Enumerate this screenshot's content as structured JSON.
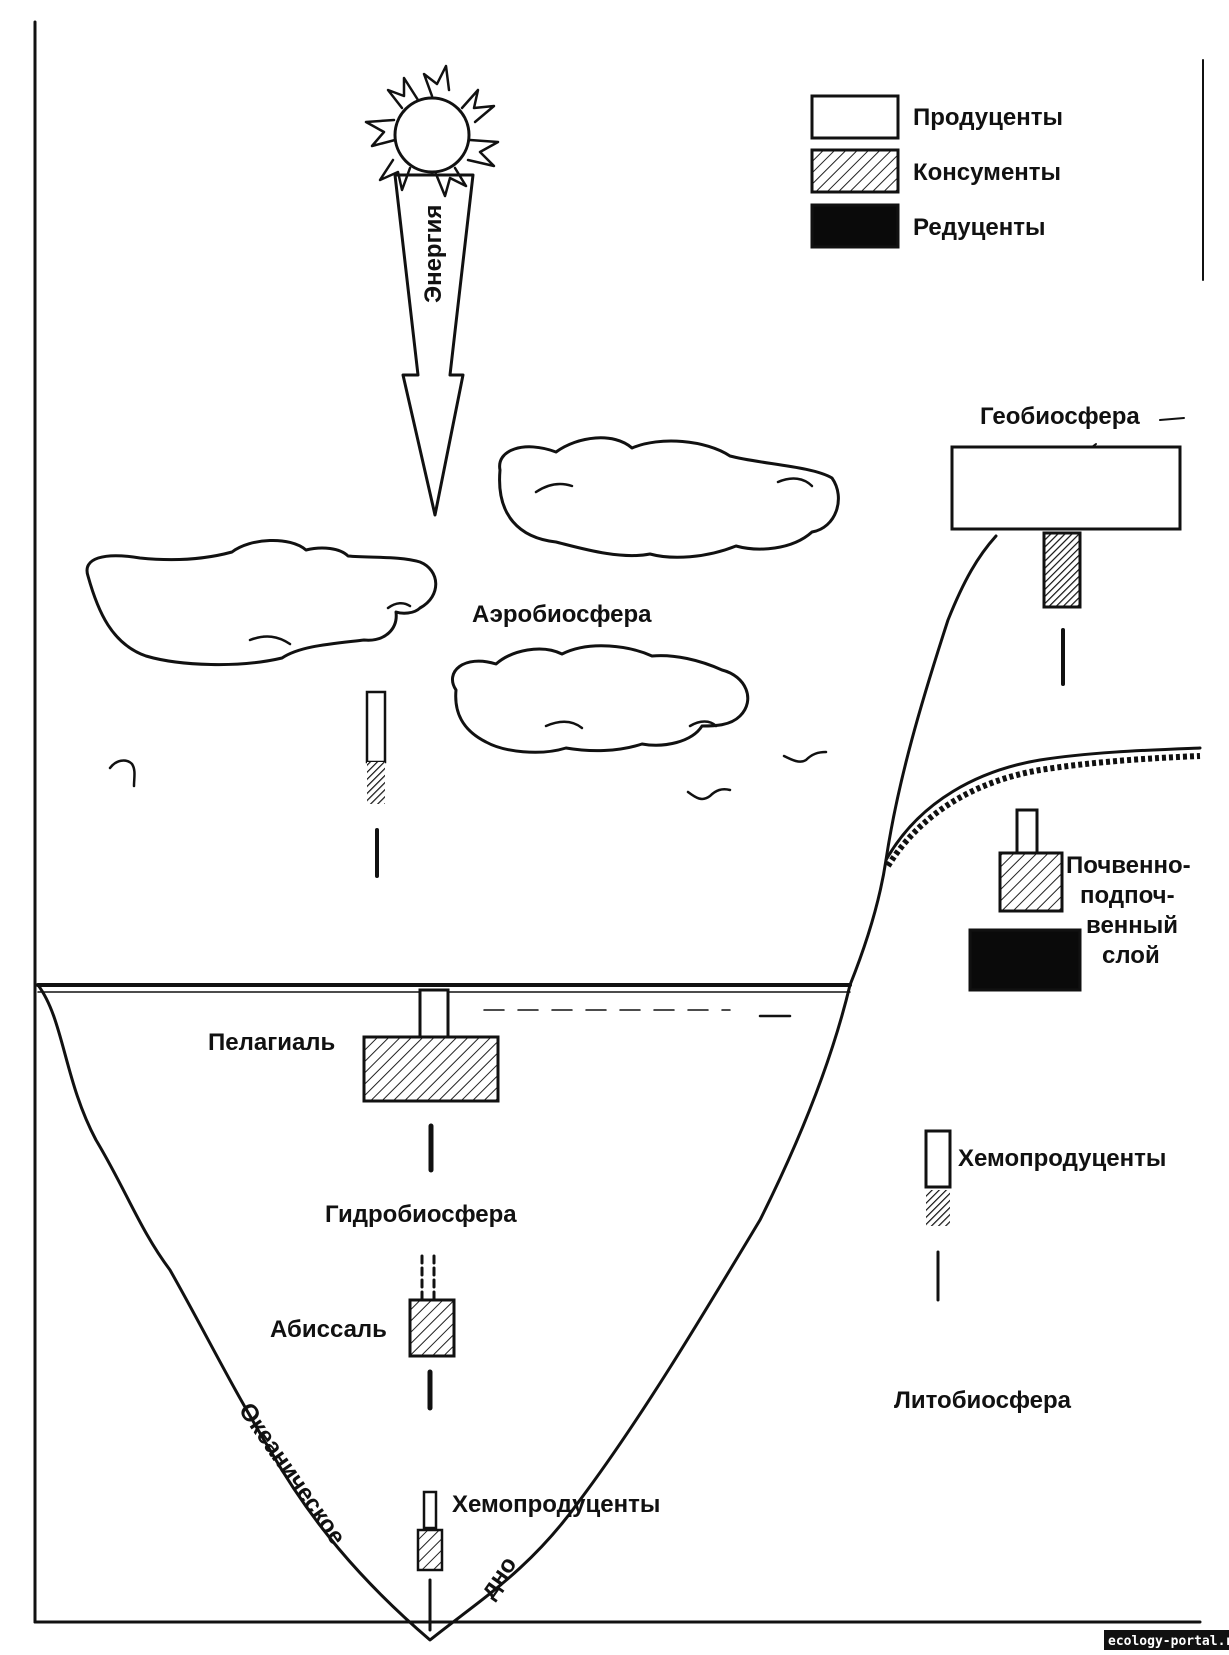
{
  "legend": {
    "producers": "Продуценты",
    "consumers": "Консументы",
    "reducers": "Редуценты"
  },
  "labels": {
    "energy": "Энергия",
    "geobiosphere": "Геобиосфера",
    "aerobiosphere": "Аэробиосфера",
    "soil_line1": "Почвенно-",
    "soil_line2": "подпоч-",
    "soil_line3": "венный",
    "soil_line4": "слой",
    "pelagial": "Пелагиаль",
    "hydrobiosphere": "Гидробиосфера",
    "abyssal": "Абиссаль",
    "chemoproducers_right": "Хемопродуценты",
    "lithobiosphere": "Литобиосфера",
    "chemoproducers_bottom": "Хемопродуценты",
    "ocean_floor_word1": "Океаническое",
    "ocean_floor_word2": "дно"
  },
  "watermark": "ecology-portal.ru",
  "colors": {
    "ink": "#111111",
    "paper": "#ffffff",
    "reducers_fill": "#0a0a0a"
  },
  "icons": [
    "sun-icon",
    "cloud-icon",
    "bird-icon",
    "energy-arrow-icon"
  ]
}
